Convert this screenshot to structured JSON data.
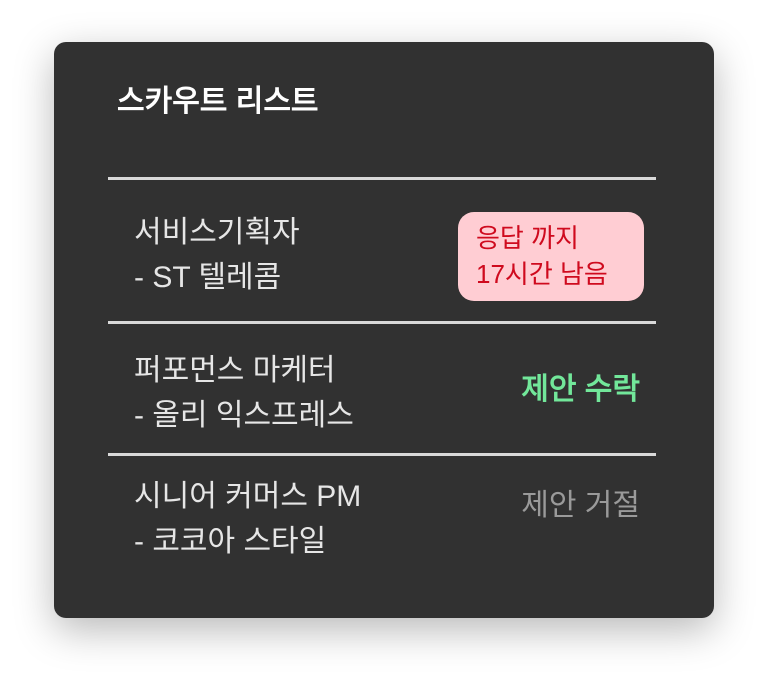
{
  "title": "스카우트 리스트",
  "items": [
    {
      "position": "서비스기획자",
      "company": "- ST 텔레콤",
      "status": "응답 까지",
      "status_line2": "17시간 남음",
      "status_type": "pending"
    },
    {
      "position": "퍼포먼스 마케터",
      "company": "- 올리 익스프레스",
      "status": "제안 수락",
      "status_type": "accepted"
    },
    {
      "position": "시니어 커머스 PM",
      "company": "- 코코아 스타일",
      "status": "제안 거절",
      "status_type": "rejected"
    }
  ],
  "colors": {
    "card": "#313131",
    "pending_bg": "#ffcdd3",
    "pending_text": "#cf0a1e",
    "accepted": "#72e79a",
    "rejected": "#9a9a9a"
  }
}
